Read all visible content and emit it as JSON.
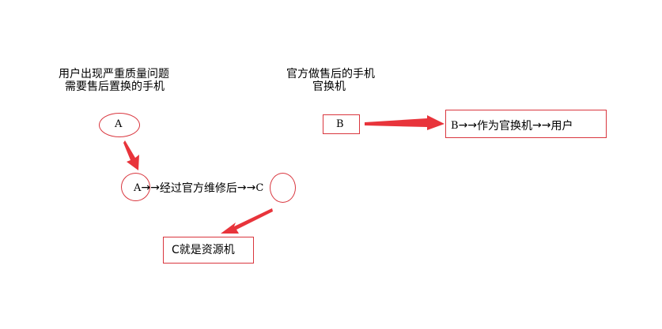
{
  "left_heading": {
    "line1": "用户出现严重质量问题",
    "line2": "需要售后置换的手机"
  },
  "right_heading": {
    "line1": "官方做售后的手机",
    "line2": "官换机"
  },
  "nodes": {
    "a_top": "A",
    "a_chain_start": "A",
    "a_chain_middle": "经过官方维修后",
    "a_chain_end": "C",
    "c_result": "C就是资源机",
    "b_start": "B",
    "b_chain_start": "B",
    "b_chain_middle": "作为官换机",
    "b_chain_end": "用户"
  },
  "colors": {
    "shape_border": "#d9363e",
    "arrow_fill": "#e8343b"
  }
}
